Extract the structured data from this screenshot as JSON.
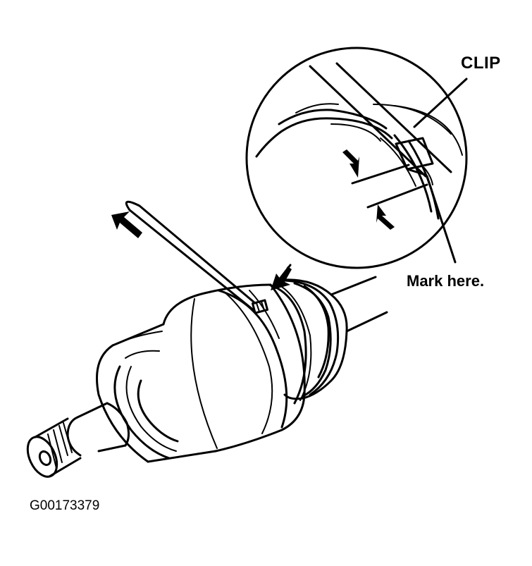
{
  "labels": {
    "clip": "CLIP",
    "mark": "Mark here."
  },
  "figure_id": "G00173379",
  "colors": {
    "ink": "#000000",
    "paper": "#ffffff"
  }
}
